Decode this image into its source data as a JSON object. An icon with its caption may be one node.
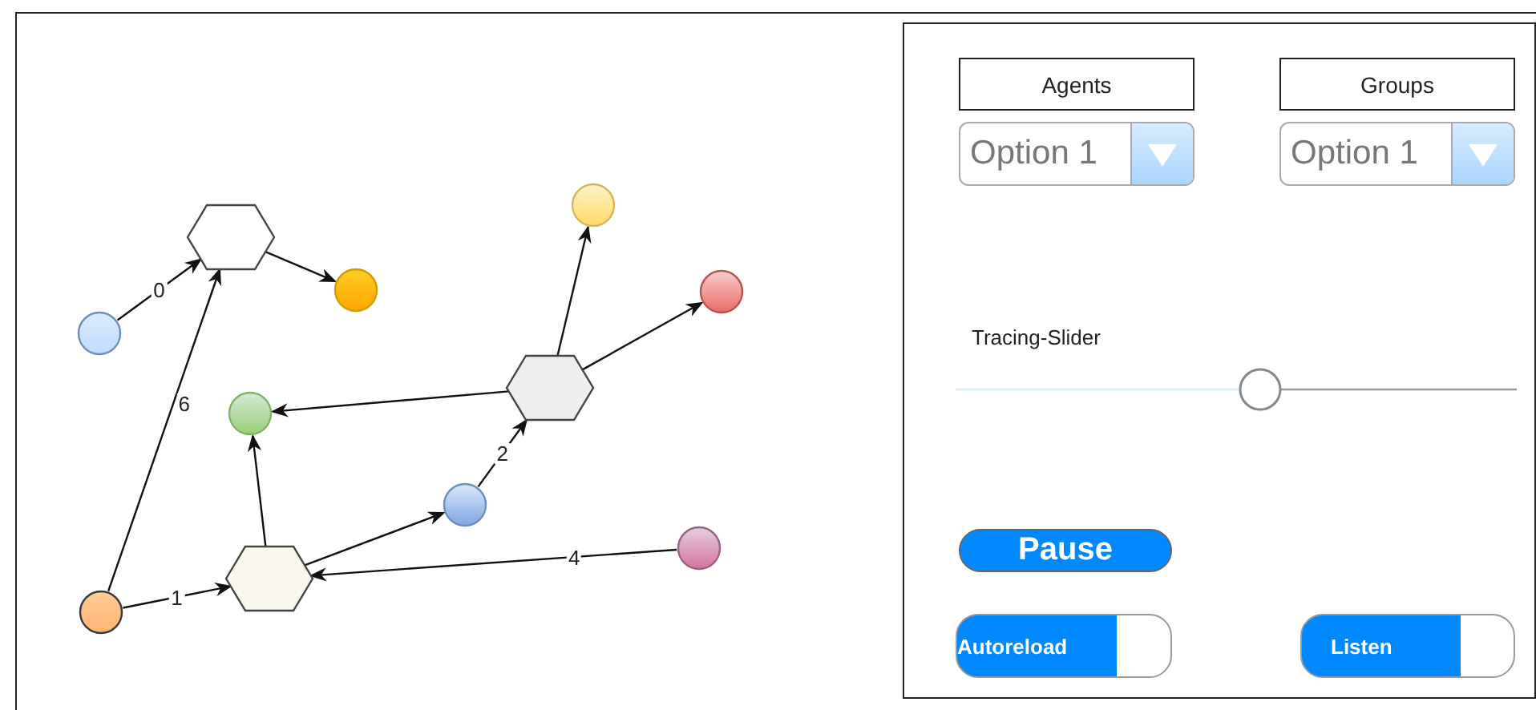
{
  "diagram": {
    "nodes": [
      {
        "text": [],
        "shape": "hexagon"
      },
      {
        "text": [],
        "shape": "circle"
      },
      {
        "text": [],
        "shape": "circle"
      },
      {
        "text": [],
        "shape": "circle"
      },
      {
        "text": [],
        "shape": "hexagon"
      },
      {
        "text": [],
        "shape": "circle"
      },
      {
        "text": [],
        "shape": "circle"
      },
      {
        "text": [],
        "shape": "circle"
      },
      {
        "text": [],
        "shape": "hexagon"
      },
      {
        "text": [],
        "shape": "circle"
      },
      {
        "text": [],
        "shape": "circle"
      },
      {
        "text": [],
        "shape": "box"
      },
      {
        "text": [
          "Agents"
        ],
        "in": 11
      },
      {
        "text": [
          "Groups"
        ],
        "in": 11
      },
      {
        "text": [
          "Option 1"
        ],
        "in": 11
      },
      {
        "text": [
          "Option 1"
        ],
        "in": 11
      },
      {
        "text": [
          "Pause"
        ],
        "in": 11
      },
      {
        "text": [
          "Autoreload"
        ],
        "in": 11
      },
      {
        "text": [
          "Listen"
        ],
        "in": 11
      }
    ],
    "edges": [
      {
        "from": 1,
        "to": 0,
        "arrow": "to",
        "label": "0"
      },
      {
        "from": 0,
        "to": 2,
        "arrow": "to"
      },
      {
        "from": 9,
        "to": 0,
        "arrow": "to",
        "label": "6"
      },
      {
        "from": 9,
        "to": 8,
        "arrow": "to",
        "label": "1"
      },
      {
        "from": 8,
        "to": 3,
        "arrow": "to"
      },
      {
        "from": 8,
        "to": 7,
        "arrow": "to"
      },
      {
        "from": 7,
        "to": 4,
        "arrow": "to",
        "label": "2"
      },
      {
        "from": 4,
        "to": 3,
        "arrow": "to"
      },
      {
        "from": 4,
        "to": 5,
        "arrow": "to"
      },
      {
        "from": 4,
        "to": 6,
        "arrow": "to"
      },
      {
        "from": 10,
        "to": 8,
        "arrow": "to",
        "label": "4"
      }
    ],
    "labels": [
      "Tracing-Slider"
    ]
  }
}
